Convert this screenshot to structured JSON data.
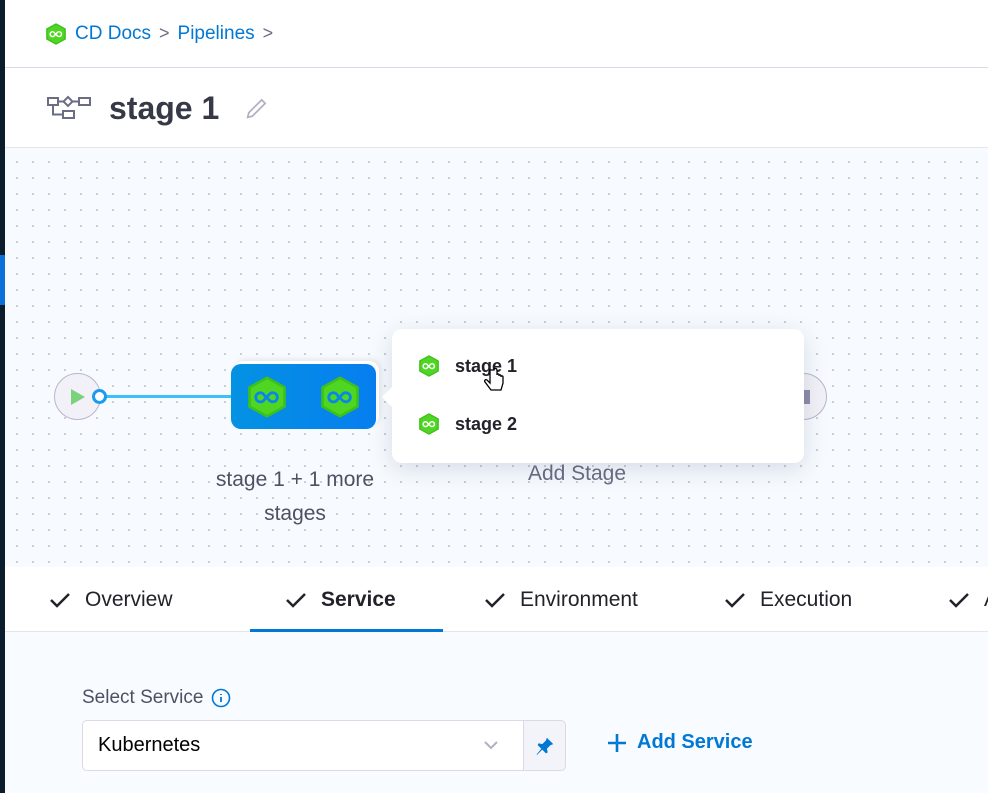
{
  "breadcrumb": {
    "items": [
      "CD Docs",
      "Pipelines"
    ],
    "separator": ">"
  },
  "header": {
    "title": "stage 1"
  },
  "pipeline": {
    "group_label": "stage 1 + 1 more stages",
    "add_stage_label": "Add Stage",
    "popup_items": [
      {
        "label": "stage 1"
      },
      {
        "label": "stage 2"
      }
    ]
  },
  "tabs": [
    {
      "label": "Overview",
      "complete": true
    },
    {
      "label": "Service",
      "complete": true,
      "active": true
    },
    {
      "label": "Environment",
      "complete": true
    },
    {
      "label": "Execution",
      "complete": true
    },
    {
      "label": "A",
      "complete": true
    }
  ],
  "service": {
    "field_label": "Select Service",
    "selected_value": "Kubernetes",
    "add_button_label": "Add Service"
  },
  "colors": {
    "accent": "#0278d5",
    "stage_icon": "#47d21f",
    "connector": "#3dc0f5"
  }
}
